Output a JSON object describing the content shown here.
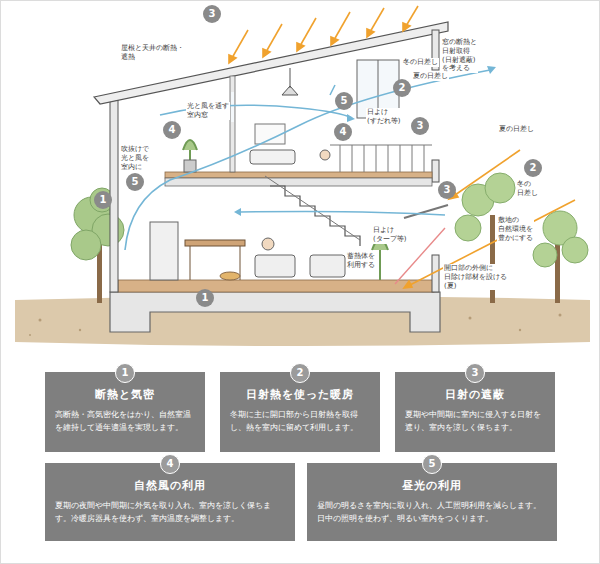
{
  "diagram": {
    "nodes": [
      {
        "text": [
          "1",
          "断熱と気密",
          "高断熱・高気密化をはかり、自然室温を維持して通年適温を実現します。"
        ]
      },
      {
        "text": [
          "2",
          "日射熱を使った暖房",
          "冬期に主に開口部から日射熱を取得し、熱を室内に留めて利用します。"
        ]
      },
      {
        "text": [
          "3",
          "日射の遮蔽",
          "夏期や中間期に室内に侵入する日射を遮り、室内を涼しく保ちます。"
        ]
      },
      {
        "text": [
          "4",
          "自然風の利用",
          "夏期の夜間や中間期に外気を取り入れ、室内を涼しく保ちます。冷暖房器具を使わず、室内温度を調整します。"
        ]
      },
      {
        "text": [
          "5",
          "昼光の利用",
          "昼間の明るさを室内に取り入れ、人工照明利用を減らします。日中の照明を使わず、明るい室内をつくります。"
        ]
      }
    ],
    "labels": [
      "3",
      "屋根と天井の断熱・遮熱",
      "窓の断熱と 日射取得(日射遮蔽) を考える",
      "冬の日差し",
      "夏の日差し",
      "2",
      "5",
      "光と風を通す 室内窓",
      "日よけ (すだれ等)",
      "3",
      "4",
      "4",
      "夏の日差し",
      "吹抜けで 光と風を 室内に",
      "2",
      "冬の 日差し",
      "5",
      "1",
      "3",
      "敷地の 自然環境を 豊かにする",
      "日よけ (タープ等)",
      "蓄熱体を 利用する",
      "開口部の外側に 日除け部材を設ける(夏)",
      "1"
    ]
  }
}
